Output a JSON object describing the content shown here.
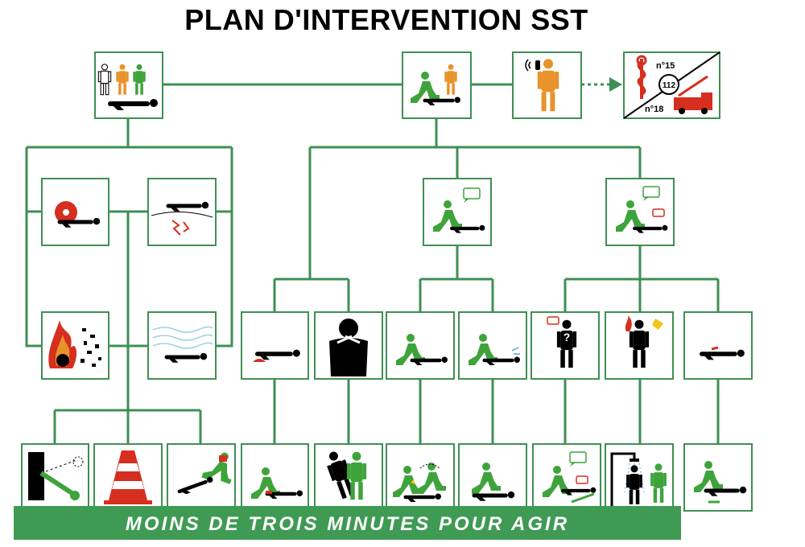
{
  "title": "PLAN D'INTERVENTION SST",
  "banner_text": "MOINS DE TROIS MINUTES POUR AGIR",
  "colors": {
    "line": "#3f8f55",
    "green_figure": "#3fa33b",
    "orange_figure": "#e8922a",
    "red": "#d62e1f",
    "black": "#000000",
    "banner": "#3f9a54",
    "box_border": "#3f8f55"
  },
  "emergency": {
    "samu": "n°15",
    "pompiers": "n°18",
    "europe": "112"
  },
  "icons": {
    "top": [
      "witnesses-victim-icon",
      "rescuer-examining-victim-icon",
      "alert-phone-call-icon",
      "emergency-services-icon"
    ],
    "danger_row": [
      "crushing-danger-icon",
      "electrical-danger-icon",
      "fire-explosion-icon",
      "toxic-gas-icon"
    ],
    "examine_row": [
      "victim-responds-icon",
      "victim-responds-complaint-icon"
    ],
    "situation_row": [
      "bleeding-icon",
      "choking-icon",
      "unconscious-breathing-icon",
      "not-breathing-icon",
      "malaise-icon",
      "burn-icon",
      "wound-icon"
    ],
    "action_row": [
      "stop-machine-icon",
      "warning-cone-icon",
      "drag-victim-icon",
      "compress-wound-icon",
      "back-blows-icon",
      "cpr-defibrillation-icon",
      "recovery-position-icon",
      "seat-and-ask-icon",
      "shower-burn-icon",
      "protect-wound-icon"
    ]
  }
}
